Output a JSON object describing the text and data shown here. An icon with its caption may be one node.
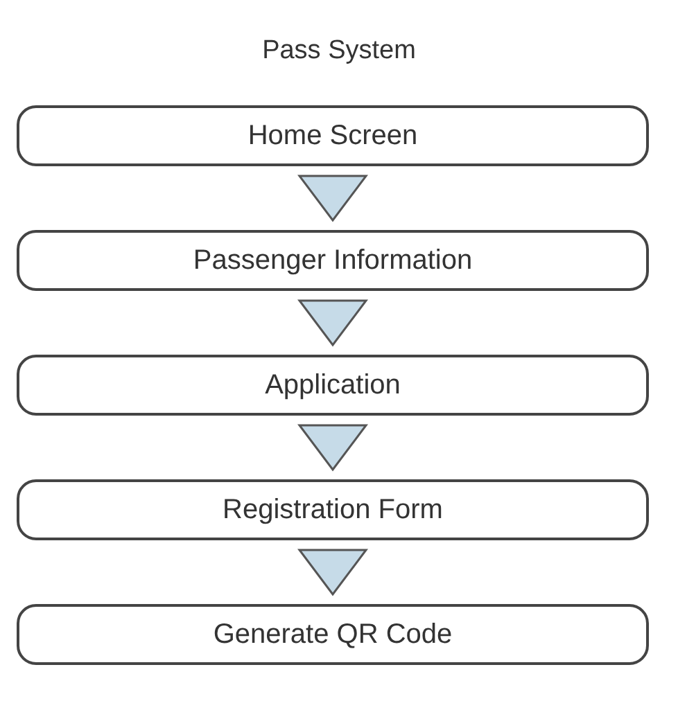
{
  "diagram": {
    "title": "Pass System",
    "nodes": [
      {
        "text": [
          "Home Screen"
        ]
      },
      {
        "text": [
          "Passenger Information"
        ]
      },
      {
        "text": [
          "Application"
        ]
      },
      {
        "text": [
          "Registration Form"
        ]
      },
      {
        "text": [
          "Generate QR Code"
        ]
      }
    ],
    "edges": [
      {
        "from": 0,
        "to": 1,
        "arrow": "to"
      },
      {
        "from": 1,
        "to": 2,
        "arrow": "to"
      },
      {
        "from": 2,
        "to": 3,
        "arrow": "to"
      },
      {
        "from": 3,
        "to": 4,
        "arrow": "to"
      }
    ]
  }
}
